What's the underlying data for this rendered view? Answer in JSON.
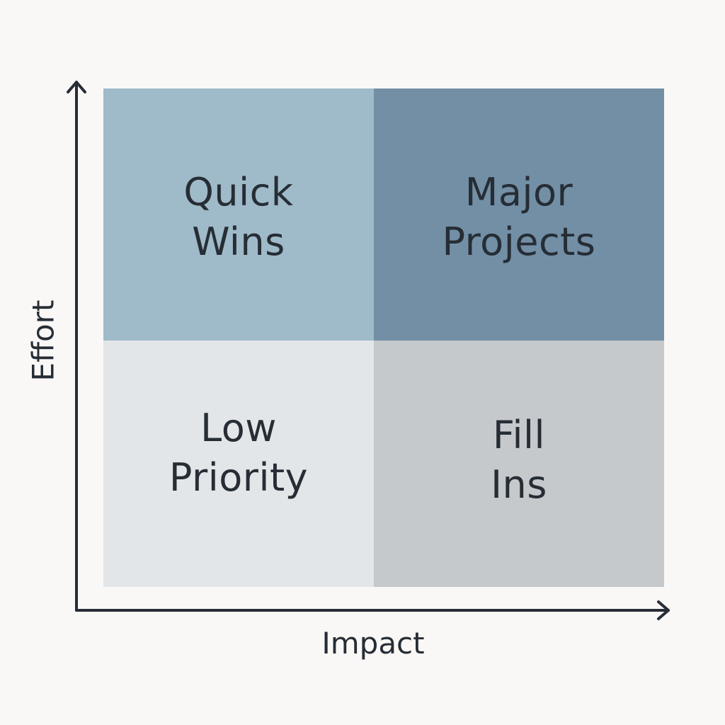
{
  "quadrants": [
    {
      "id": "quick-wins",
      "label": "Quick\nWins",
      "color": "#9fbac9"
    },
    {
      "id": "major-projects",
      "label": "Major\nProjects",
      "color": "#728fa6"
    },
    {
      "id": "low-priority",
      "label": "Low\nPriority",
      "color": "#e3e6e8"
    },
    {
      "id": "fill-ins",
      "label": "Fill\nIns",
      "color": "#c5c9cc"
    }
  ],
  "axes": {
    "x_label": "Impact",
    "y_label": "Effort",
    "color": "#262d35"
  },
  "background": "#f9f8f6"
}
